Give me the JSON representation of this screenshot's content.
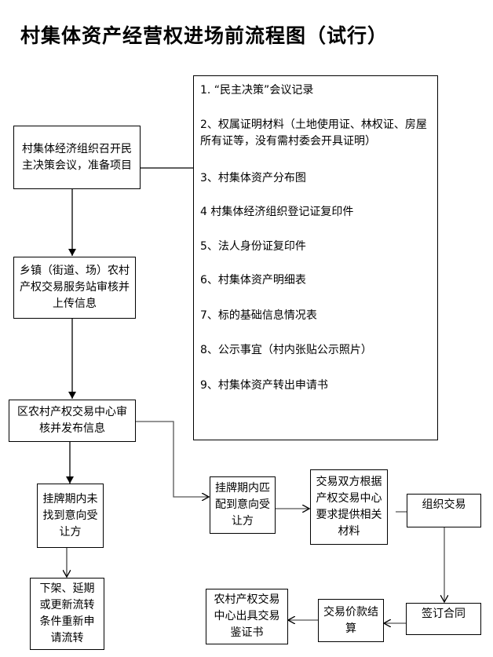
{
  "title": "村集体资产经营权进场前流程图（试行）",
  "materials": [
    "1. “民主决策”会议记录",
    "2、权属证明材料（土地使用证、林权证、房屋所有证等，没有需村委会开具证明）",
    "3、村集体资产分布图",
    "4 村集体经济组织登记证复印件",
    "5、法人身份证复印件",
    "6、村集体资产明细表",
    "7、标的基础信息情况表",
    "8、公示事宜（村内张贴公示照片）",
    "9、村集体资产转出申请书"
  ],
  "steps": {
    "s1": "村集体经济组织召开民主决策会议，准备项目",
    "s2": "乡镇（街道、场）农村产权交易服务站审核并上传信息",
    "s3": "区农村产权交易中心审核并发布信息",
    "s4": "挂牌期内未找到意向受让方",
    "s5": "下架、延期或更新流转条件重新申请流转",
    "s6": "挂牌期内匹配到意向受让方",
    "s7": "交易双方根据产权交易中心要求提供相关材料",
    "s8": "组织交易",
    "s9": "签订合同",
    "s10": "交易价款结算",
    "s11": "农村产权交易中心出具交易鉴证书"
  }
}
